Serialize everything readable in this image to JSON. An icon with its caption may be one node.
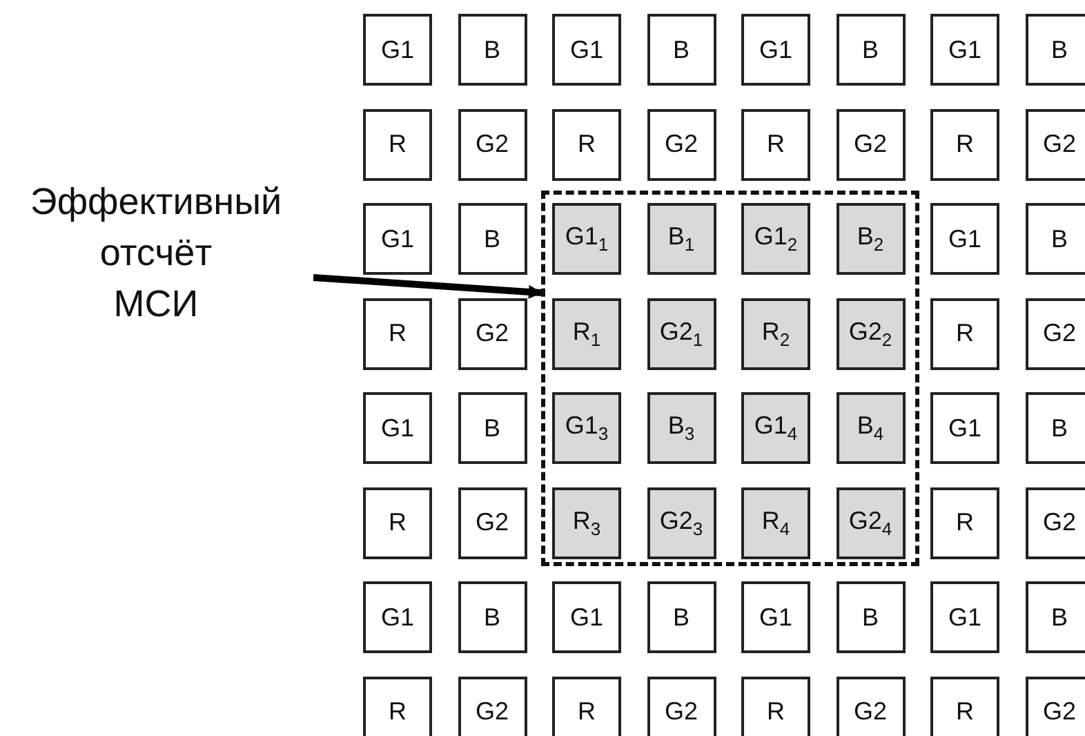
{
  "diagram": {
    "nodes": [
      {
        "text": [
          "Эффективный отсчёт МСИ"
        ]
      },
      {
        "text": [],
        "shape": "box"
      },
      {
        "text": [
          "G1"
        ]
      },
      {
        "text": [
          "B"
        ]
      },
      {
        "text": [
          "G1"
        ]
      },
      {
        "text": [
          "B"
        ]
      },
      {
        "text": [
          "G1"
        ]
      },
      {
        "text": [
          "B"
        ]
      },
      {
        "text": [
          "G1"
        ]
      },
      {
        "text": [
          "B"
        ]
      },
      {
        "text": [
          "R"
        ]
      },
      {
        "text": [
          "G2"
        ]
      },
      {
        "text": [
          "R"
        ]
      },
      {
        "text": [
          "G2"
        ]
      },
      {
        "text": [
          "R"
        ]
      },
      {
        "text": [
          "G2"
        ]
      },
      {
        "text": [
          "R"
        ]
      },
      {
        "text": [
          "G2"
        ]
      },
      {
        "text": [
          "G1"
        ]
      },
      {
        "text": [
          "B"
        ]
      },
      {
        "text": [
          "G1$_{1}$"
        ],
        "in": 1
      },
      {
        "text": [
          "B$_{1}$"
        ],
        "in": 1
      },
      {
        "text": [
          "G1$_{2}$"
        ],
        "in": 1
      },
      {
        "text": [
          "B$_{2}$"
        ],
        "in": 1
      },
      {
        "text": [
          "G1"
        ]
      },
      {
        "text": [
          "B"
        ]
      },
      {
        "text": [
          "R"
        ]
      },
      {
        "text": [
          "G2"
        ]
      },
      {
        "text": [
          "R$_{1}$"
        ],
        "in": 1
      },
      {
        "text": [
          "G2$_{1}$"
        ],
        "in": 1
      },
      {
        "text": [
          "R$_{2}$"
        ],
        "in": 1
      },
      {
        "text": [
          "G2$_{2}$"
        ],
        "in": 1
      },
      {
        "text": [
          "R"
        ]
      },
      {
        "text": [
          "G2"
        ]
      },
      {
        "text": [
          "G1"
        ]
      },
      {
        "text": [
          "B"
        ]
      },
      {
        "text": [
          "G1$_{3}$"
        ],
        "in": 1
      },
      {
        "text": [
          "B$_{3}$"
        ],
        "in": 1
      },
      {
        "text": [
          "G1$_{4}$"
        ],
        "in": 1
      },
      {
        "text": [
          "B$_{4}$"
        ],
        "in": 1
      },
      {
        "text": [
          "G1"
        ]
      },
      {
        "text": [
          "B"
        ]
      },
      {
        "text": [
          "R"
        ]
      },
      {
        "text": [
          "G2"
        ]
      },
      {
        "text": [
          "R$_{3}$"
        ],
        "in": 1
      },
      {
        "text": [
          "G2$_{3}$"
        ],
        "in": 1
      },
      {
        "text": [
          "R$_{4}$"
        ],
        "in": 1
      },
      {
        "text": [
          "G2$_{4}$"
        ],
        "in": 1
      },
      {
        "text": [
          "R"
        ]
      },
      {
        "text": [
          "G2"
        ]
      },
      {
        "text": [
          "G1"
        ]
      },
      {
        "text": [
          "B"
        ]
      },
      {
        "text": [
          "G1"
        ]
      },
      {
        "text": [
          "B"
        ]
      },
      {
        "text": [
          "G1"
        ]
      },
      {
        "text": [
          "B"
        ]
      },
      {
        "text": [
          "G1"
        ]
      },
      {
        "text": [
          "B"
        ]
      },
      {
        "text": [
          "R"
        ]
      },
      {
        "text": [
          "G2"
        ]
      },
      {
        "text": [
          "R"
        ]
      },
      {
        "text": [
          "G2"
        ]
      },
      {
        "text": [
          "R"
        ]
      },
      {
        "text": [
          "G2"
        ]
      },
      {
        "text": [
          "R"
        ]
      },
      {
        "text": [
          "G2"
        ]
      }
    ],
    "edges": [
      {
        "from": 0,
        "to": 1,
        "arrow": "to"
      }
    ]
  }
}
